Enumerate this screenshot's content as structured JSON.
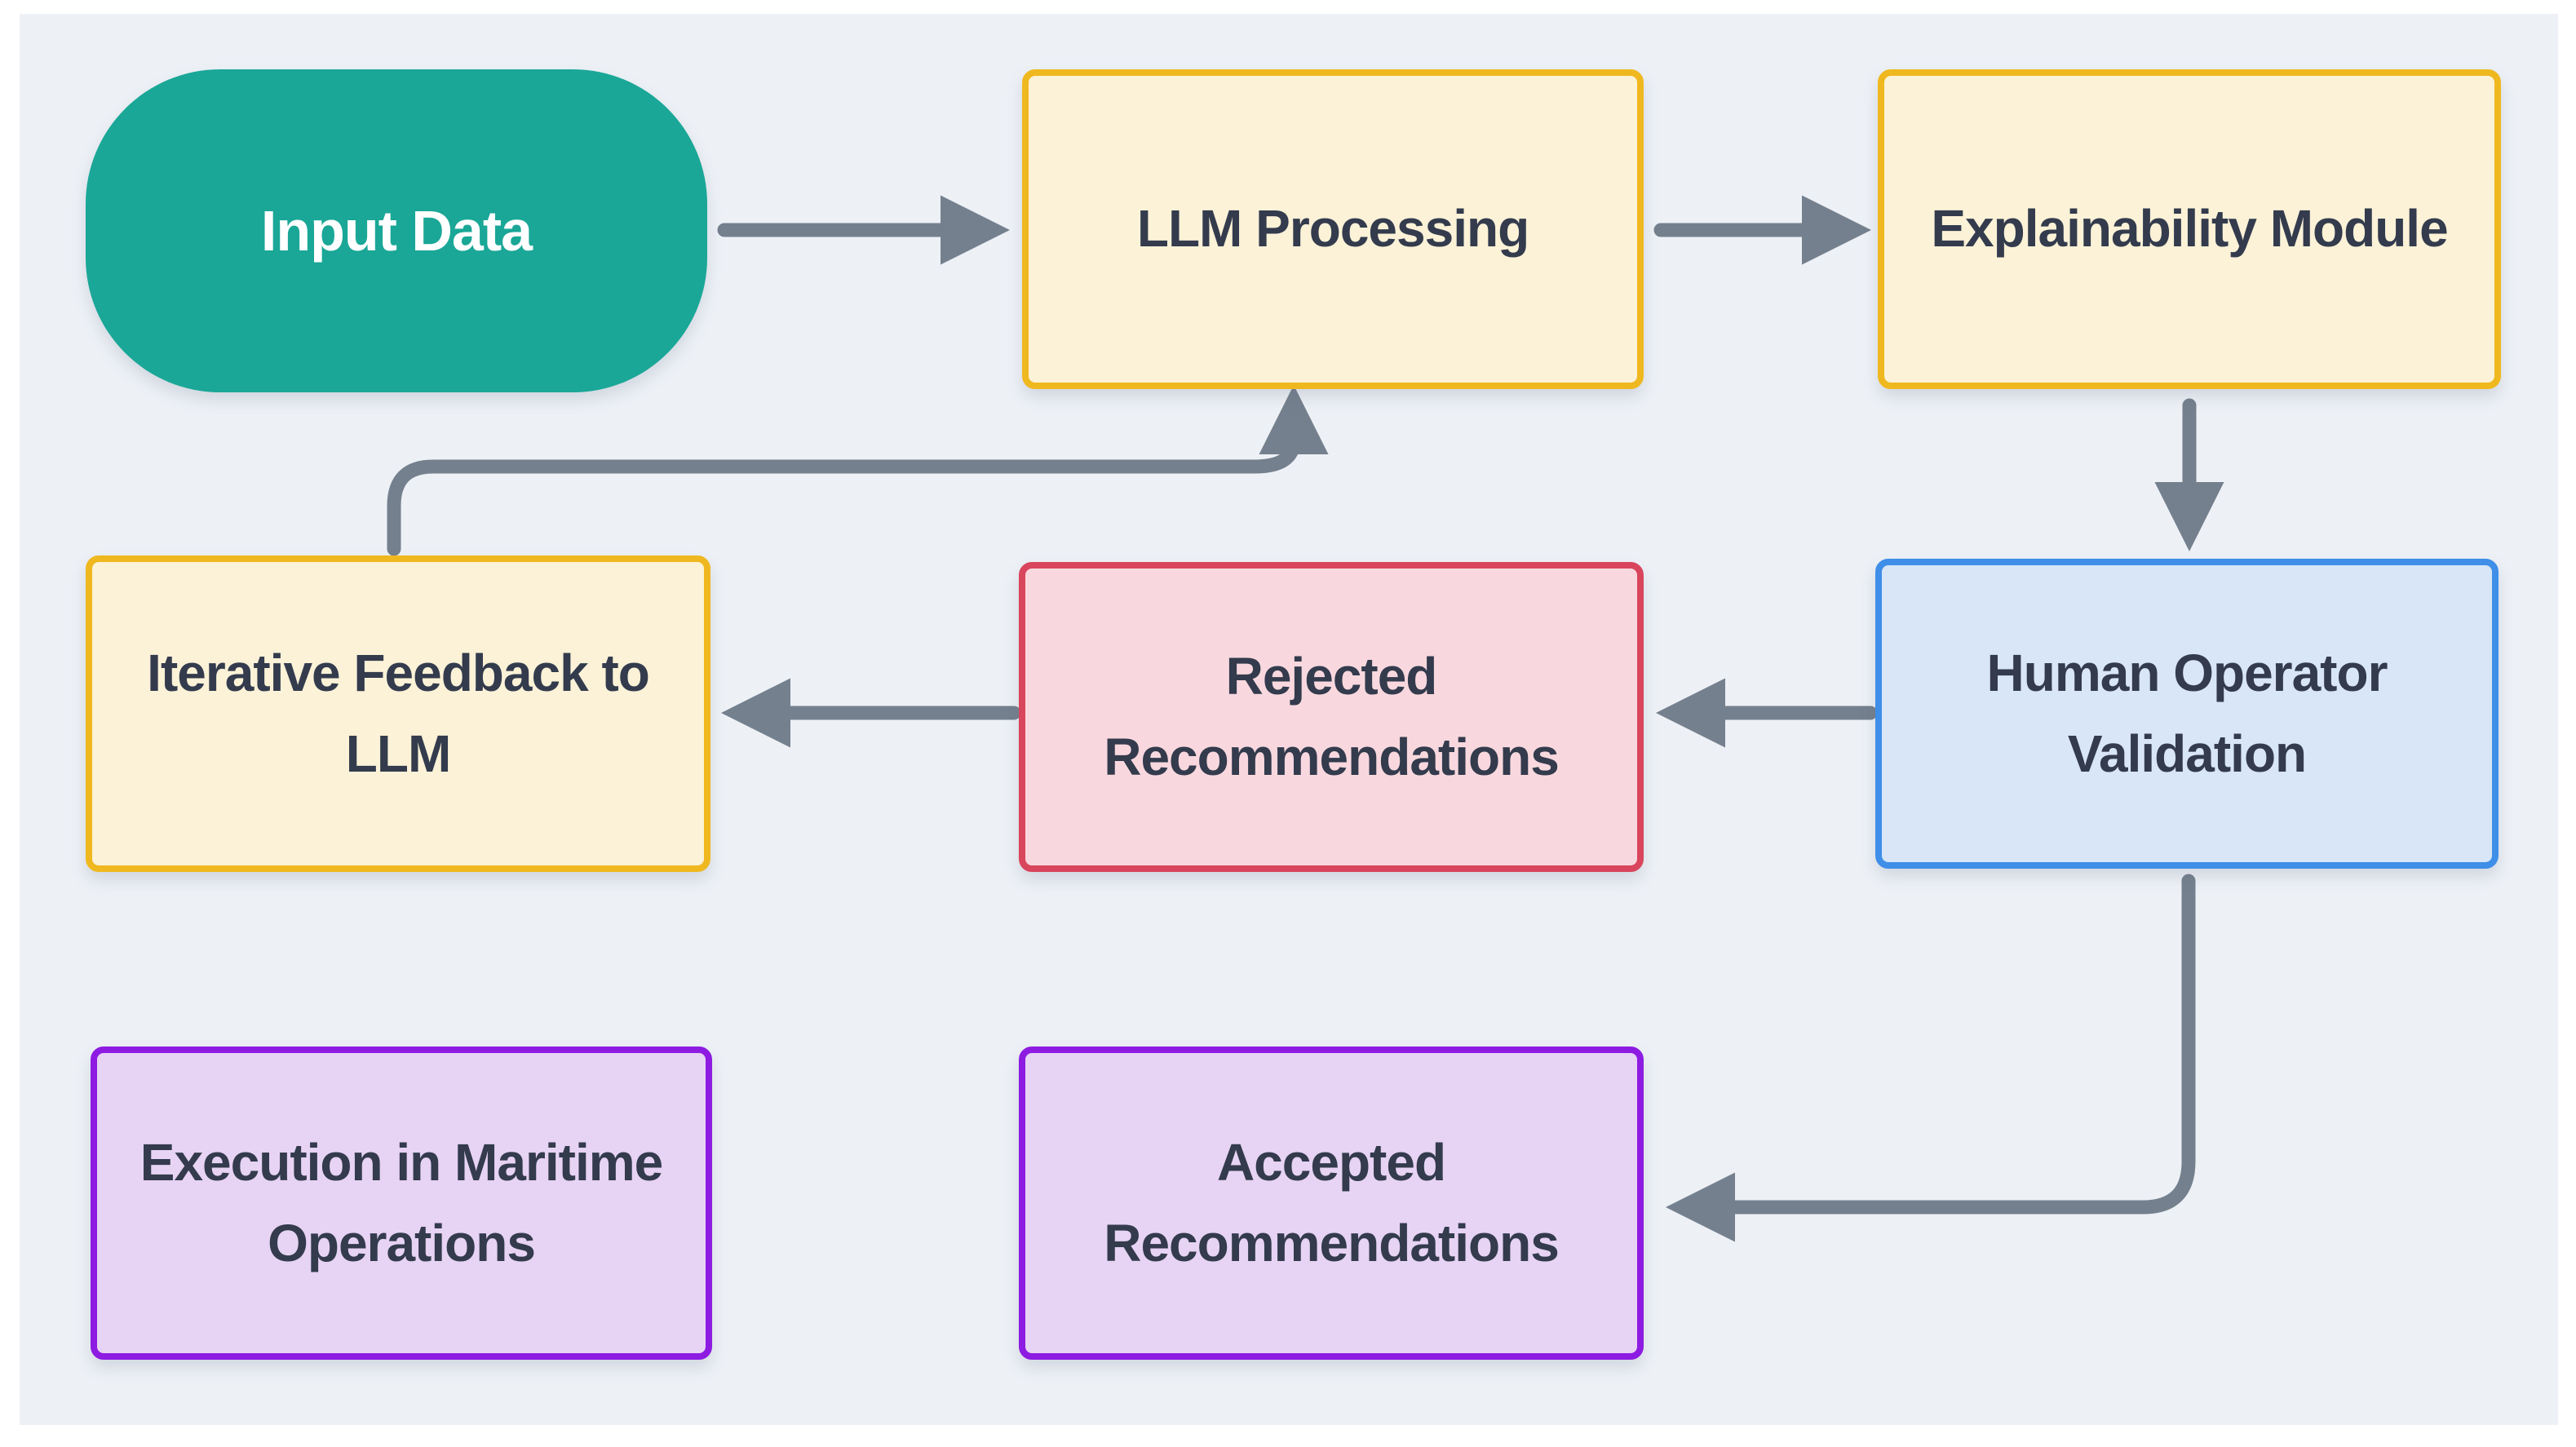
{
  "diagram": {
    "title": "LLM maritime decision flowchart",
    "palette": {
      "canvas_background": "#EDF1F6",
      "page_margin": "#FFFFFF",
      "arrow_color": "#75808E",
      "node_text_color": "#333B4D",
      "teal_fill": "#1AA797",
      "yellow_fill": "#FBF2D7",
      "yellow_border": "#EFB81F",
      "blue_fill": "#D8E6F7",
      "blue_border": "#3F8EE8",
      "red_fill": "#F8D8DE",
      "red_border": "#D9455C",
      "purple_fill": "#E7D3F4",
      "purple_border": "#8D1BE1"
    },
    "nodes": [
      {
        "id": "input-data",
        "label": "Input Data",
        "shape": "stadium",
        "color_role": "teal"
      },
      {
        "id": "llm-processing",
        "label": "LLM Processing",
        "shape": "rect",
        "color_role": "yellow"
      },
      {
        "id": "explainability-module",
        "label": "Explainability Module",
        "shape": "rect",
        "color_role": "yellow"
      },
      {
        "id": "human-operator-validation",
        "label": "Human Operator\nValidation",
        "shape": "rect",
        "color_role": "blue"
      },
      {
        "id": "rejected-recommendations",
        "label": "Rejected\nRecommendations",
        "shape": "rect",
        "color_role": "red"
      },
      {
        "id": "iterative-feedback-to-llm",
        "label": "Iterative Feedback to\nLLM",
        "shape": "rect",
        "color_role": "yellow"
      },
      {
        "id": "execution-in-maritime-operations",
        "label": "Execution in Maritime\nOperations",
        "shape": "rect",
        "color_role": "purple"
      },
      {
        "id": "accepted-recommendations",
        "label": "Accepted\nRecommendations",
        "shape": "rect",
        "color_role": "purple"
      }
    ],
    "edges": [
      {
        "from": "input-data",
        "to": "llm-processing"
      },
      {
        "from": "llm-processing",
        "to": "explainability-module"
      },
      {
        "from": "explainability-module",
        "to": "human-operator-validation"
      },
      {
        "from": "human-operator-validation",
        "to": "rejected-recommendations"
      },
      {
        "from": "rejected-recommendations",
        "to": "iterative-feedback-to-llm"
      },
      {
        "from": "iterative-feedback-to-llm",
        "to": "llm-processing"
      },
      {
        "from": "human-operator-validation",
        "to": "accepted-recommendations"
      }
    ]
  }
}
